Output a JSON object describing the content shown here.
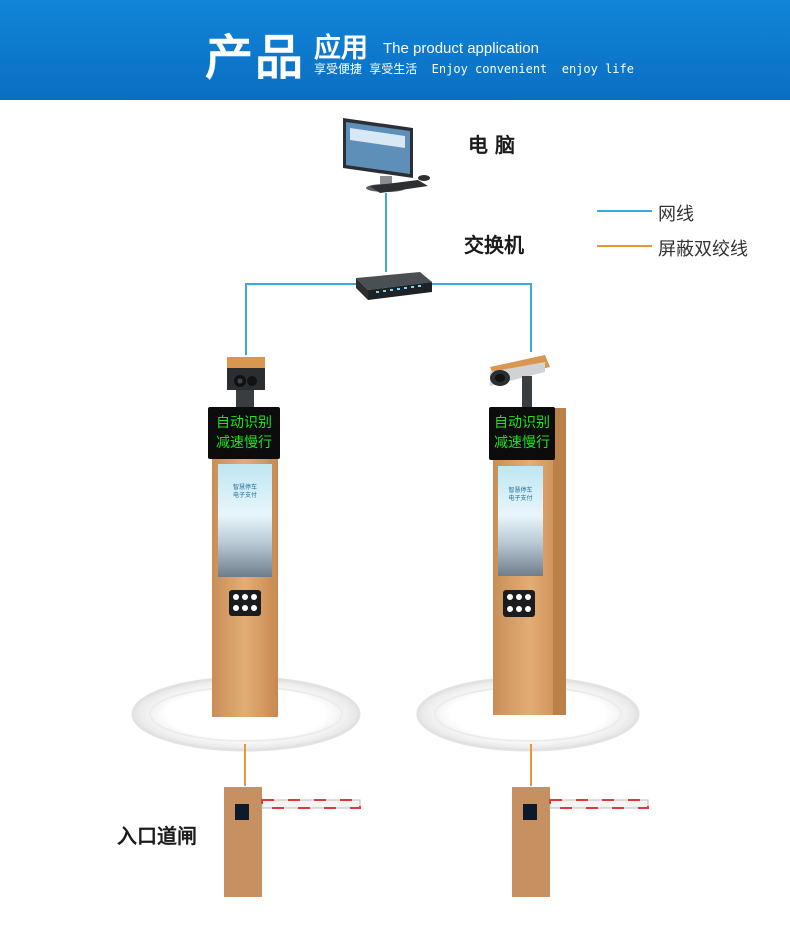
{
  "banner": {
    "title_big": "产品",
    "title_mid": "应用",
    "title_en": "The product application",
    "slogan": "享受便捷 享受生活  Enjoy convenient  enjoy life"
  },
  "labels": {
    "computer": "电 脑",
    "switch": "交换机",
    "gate": "入口道闸"
  },
  "legend": [
    {
      "label": "网线",
      "color": "#3da8e0"
    },
    {
      "label": "屏蔽双绞线",
      "color": "#e8963a"
    }
  ],
  "kiosks": [
    {
      "line1": "自动识别",
      "line2": "减速慢行",
      "screen_title": "智慧停车\n电子支付"
    },
    {
      "line1": "自动识别",
      "line2": "减速慢行",
      "screen_title": "智慧停车\n电子支付"
    }
  ],
  "colors": {
    "banner": "#0a78cc",
    "cable": "#3da8e0",
    "kiosk": "#d9a36a",
    "led_text": "#21e021"
  }
}
